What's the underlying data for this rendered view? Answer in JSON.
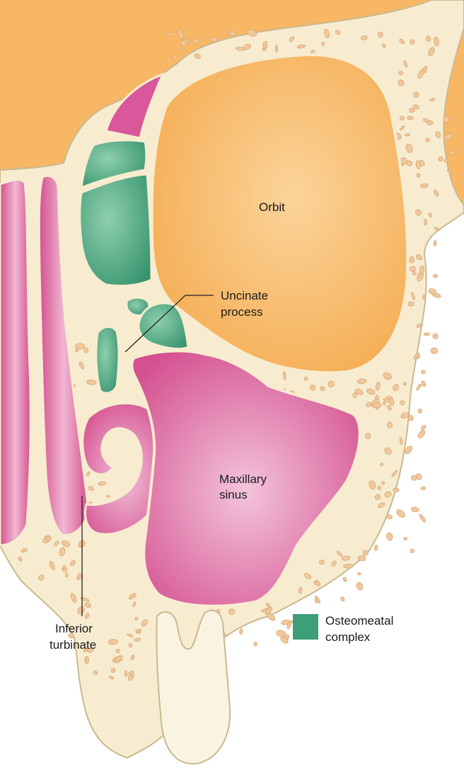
{
  "labels": {
    "orbit": "Orbit",
    "uncinate_line1": "Uncinate",
    "uncinate_line2": "process",
    "maxillary_line1": "Maxillary",
    "maxillary_line2": "sinus",
    "inferior_line1": "Inferior",
    "inferior_line2": "turbinate"
  },
  "legend": {
    "label_line1": "Osteomeatal",
    "label_line2": "complex",
    "swatch_color": "#3e9e78"
  },
  "colors": {
    "orbit_fat": "#f6b25a",
    "bone": "#f7ecd0",
    "bone_outline": "#c9b98f",
    "bone_spicule": "#f1c79c",
    "mucosa": "#d9579a",
    "mucosa_light": "#ecaacb",
    "osteomeatal": "#3e9e78"
  }
}
